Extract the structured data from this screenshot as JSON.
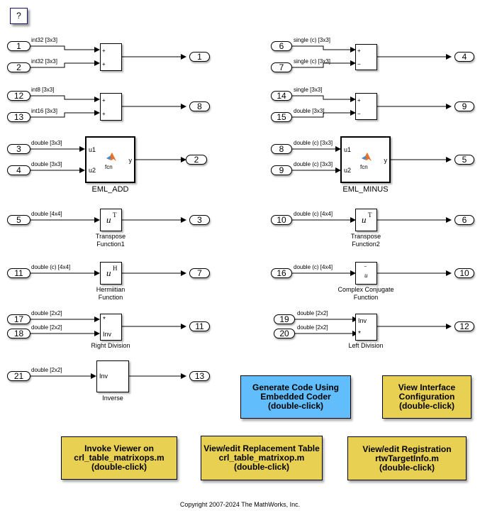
{
  "help_button": {
    "label": "?"
  },
  "signals": {
    "s1": "int32 [3x3]",
    "s2": "int32 [3x3]",
    "s3": "int8 [3x3]",
    "s4": "int16 [3x3]",
    "s5": "double [3x3]",
    "s6": "double [3x3]",
    "s7": "double [4x4]",
    "s8": "double (c) [4x4]",
    "s9": "double [2x2]",
    "s10": "double [2x2]",
    "s11": "double [2x2]",
    "r1": "single (c) [3x3]",
    "r2": "single (c) [3x3]",
    "r3": "single [3x3]",
    "r4": "double [3x3]",
    "r5": "double (c) [3x3]",
    "r6": "double (c) [3x3]",
    "r7": "double (c) [4x4]",
    "r8": "double (c) [4x4]",
    "r9": "double [2x2]",
    "r10": "double [2x2]"
  },
  "inports": {
    "i1": "1",
    "i2": "2",
    "i12": "12",
    "i13": "13",
    "i3": "3",
    "i4": "4",
    "i5": "5",
    "i11": "11",
    "i17": "17",
    "i18": "18",
    "i21": "21",
    "i6": "6",
    "i7": "7",
    "i14": "14",
    "i15": "15",
    "i8": "8",
    "i9": "9",
    "i10": "10",
    "i16": "16",
    "i19": "19",
    "i20": "20"
  },
  "outports": {
    "o1": "1",
    "o8": "8",
    "o2": "2",
    "o3": "3",
    "o7": "7",
    "o11": "11",
    "o13": "13",
    "o4": "4",
    "o9": "9",
    "o5": "5",
    "o6": "6",
    "o10": "10",
    "o12": "12"
  },
  "blocks": {
    "add1": {
      "in1": "+",
      "in2": "+"
    },
    "add2": {
      "in1": "+",
      "in2": "+"
    },
    "sub1": {
      "in1": "+",
      "in2": "−"
    },
    "sub2": {
      "in1": "+",
      "in2": "−"
    },
    "eml_add": {
      "name": "EML_ADD",
      "u1": "u1",
      "u2": "u2",
      "y": "y",
      "fcn": "fcn"
    },
    "eml_minus": {
      "name": "EML_MINUS",
      "u1": "u1",
      "u2": "u2",
      "y": "y",
      "fcn": "fcn"
    },
    "transpose1": {
      "name1": "Transpose",
      "name2": "Function1",
      "sym": "u",
      "sup": "T"
    },
    "transpose2": {
      "name1": "Transpose",
      "name2": "Function2",
      "sym": "u",
      "sup": "T"
    },
    "hermitian": {
      "name1": "Hermiitian",
      "name2": "Function",
      "sym": "u",
      "sup": "H"
    },
    "conjugate": {
      "name1": "Complex Conjugate",
      "name2": "Function",
      "sym": "u",
      "bar": "‾"
    },
    "rdiv": {
      "name": "Right Division",
      "in1": "*",
      "in2": "Inv"
    },
    "ldiv": {
      "name": "Left Division",
      "in1": "Inv",
      "in2": "*"
    },
    "inverse": {
      "name": "Inverse",
      "in1": "Inv"
    }
  },
  "notes": {
    "gen_code": [
      "Generate Code Using",
      "Embedded Coder",
      "(double-click)"
    ],
    "view_iface": [
      "View Interface",
      "Configuration",
      "(double-click)"
    ],
    "viewer": [
      "Invoke Viewer on",
      "crl_table_matrixops.m",
      "(double-click)"
    ],
    "replace_table": [
      "View/edit Replacement Table",
      "crl_table_matrixop.m",
      "(double-click)"
    ],
    "registration": [
      "View/edit Registration",
      "rtwTargetInfo.m",
      "(double-click)"
    ]
  },
  "colors": {
    "note_yellow": "#e8d053",
    "note_blue": "#61bdfb",
    "help_border": "#14146e"
  },
  "copyright": "Copyright 2007-2024 The MathWorks, Inc."
}
